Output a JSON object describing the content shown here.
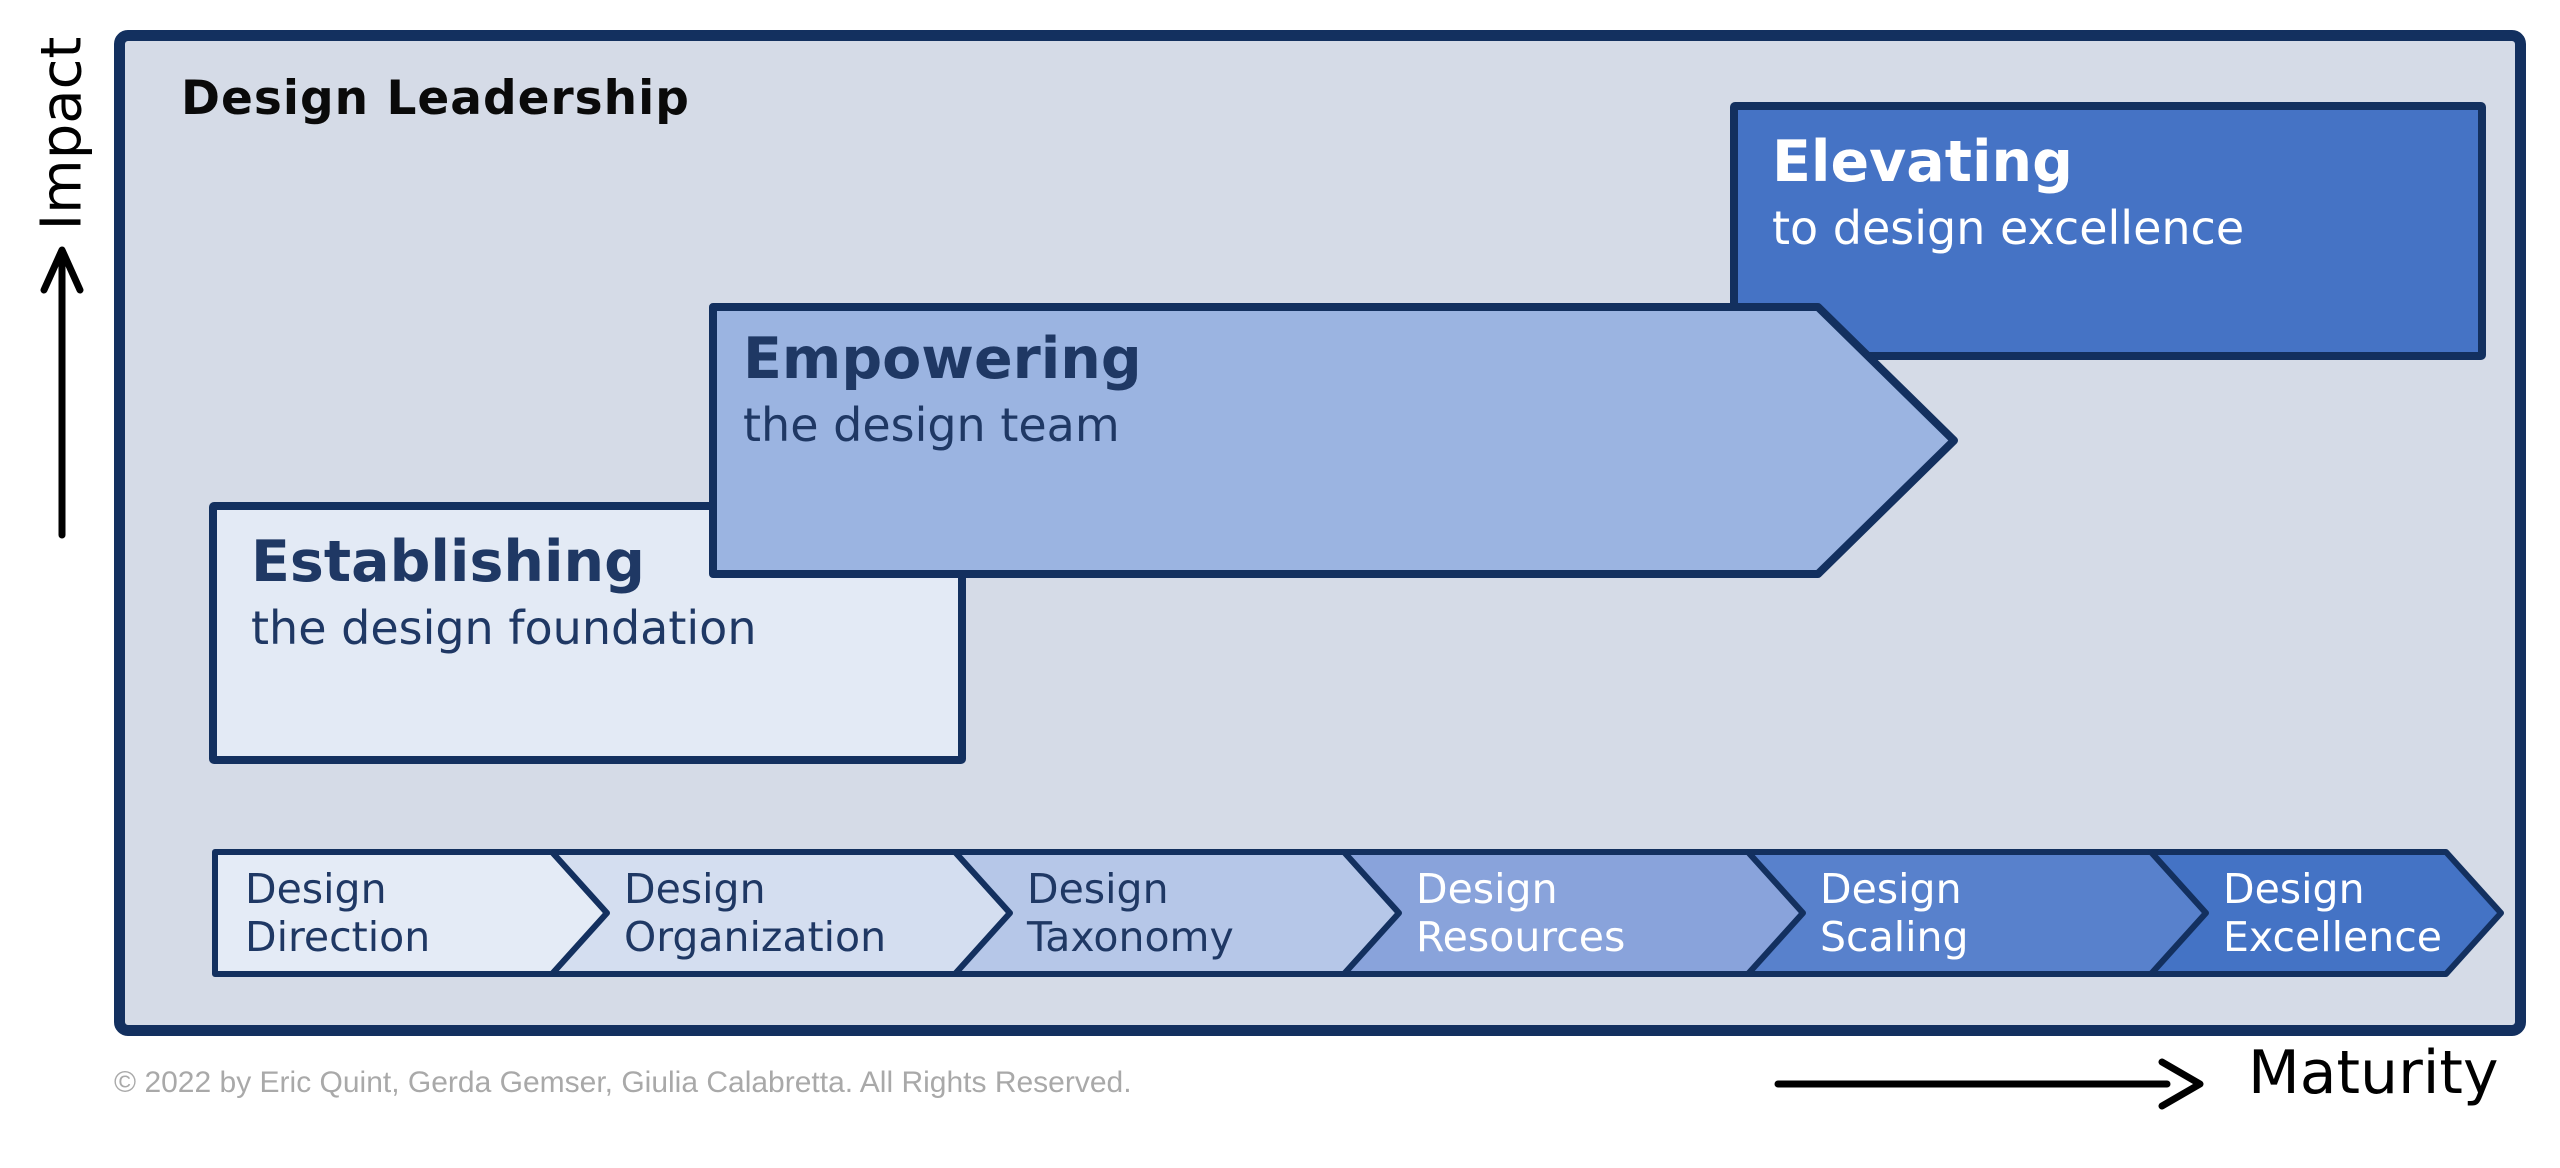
{
  "page": {
    "title": "Design Leadership"
  },
  "axes": {
    "y": "Impact",
    "x": "Maturity"
  },
  "phases": [
    {
      "name": "Establishing",
      "heading": "Establishing",
      "subheading": "the design foundation",
      "fill": "#E3EAF5",
      "text_color": "#1F3864"
    },
    {
      "name": "Empowering",
      "heading": "Empowering",
      "subheading": "the design team",
      "fill": "#9BB4E1",
      "text_color": "#1F3864"
    },
    {
      "name": "Elevating",
      "heading": "Elevating",
      "subheading": "to design excellence",
      "fill": "#4573C5",
      "text_color": "#FFFFFF"
    }
  ],
  "maturity_steps": [
    {
      "line1": "Design",
      "line2": "Direction",
      "fill": "#E4EBF6",
      "text_color": "#1F3864"
    },
    {
      "line1": "Design",
      "line2": "Organization",
      "fill": "#D4DEF0",
      "text_color": "#1F3864"
    },
    {
      "line1": "Design",
      "line2": "Taxonomy",
      "fill": "#B6C7E8",
      "text_color": "#1F3864"
    },
    {
      "line1": "Design",
      "line2": "Resources",
      "fill": "#89A3DB",
      "text_color": "#FFFFFF"
    },
    {
      "line1": "Design",
      "line2": "Scaling",
      "fill": "#5881CC",
      "text_color": "#FFFFFF"
    },
    {
      "line1": "Design",
      "line2": "Excellence",
      "fill": "#4473C5",
      "text_color": "#FFFFFF"
    }
  ],
  "footer": {
    "copyright": "© 2022 by Eric Quint, Gerda Gemser, Giulia Calabretta. All Rights Reserved."
  },
  "colors": {
    "border": "#13305F",
    "panel_bg": "#D5DBE7",
    "page_bg": "#FFFFFF",
    "axis_color": "#000000",
    "title_color": "#0A0A0A",
    "copyright_color": "#A9A9A9"
  }
}
